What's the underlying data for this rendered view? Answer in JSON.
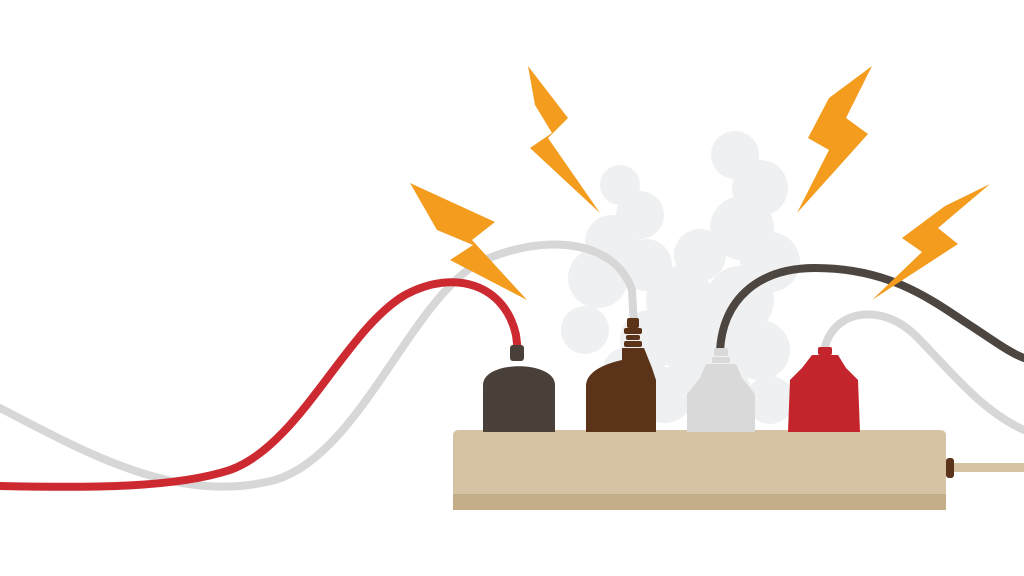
{
  "illustration": {
    "subject": "overloaded-power-strip",
    "colors": {
      "background": "#ffffff",
      "strip_body": "#d6c3a3",
      "strip_base": "#c4ad89",
      "strip_cord": "#d6c3a3",
      "bolt": "#f39c1e",
      "smoke": "#eef0f1",
      "cable_red": "#cc2a30",
      "cable_white": "#d7d7d7",
      "cable_dark": "#4d4540",
      "plug_dark": "#4a403a",
      "plug_brown": "#5a3318",
      "plug_white": "#d9d9d9",
      "plug_red": "#c4242b"
    },
    "plugs": [
      {
        "name": "plug-dark",
        "color": "#4a403a"
      },
      {
        "name": "plug-brown",
        "color": "#5a3318"
      },
      {
        "name": "plug-white",
        "color": "#d9d9d9"
      },
      {
        "name": "plug-red",
        "color": "#c4242b"
      }
    ],
    "bolts": [
      "lightning-bolt-icon",
      "lightning-bolt-icon",
      "lightning-bolt-icon",
      "lightning-bolt-icon"
    ]
  }
}
